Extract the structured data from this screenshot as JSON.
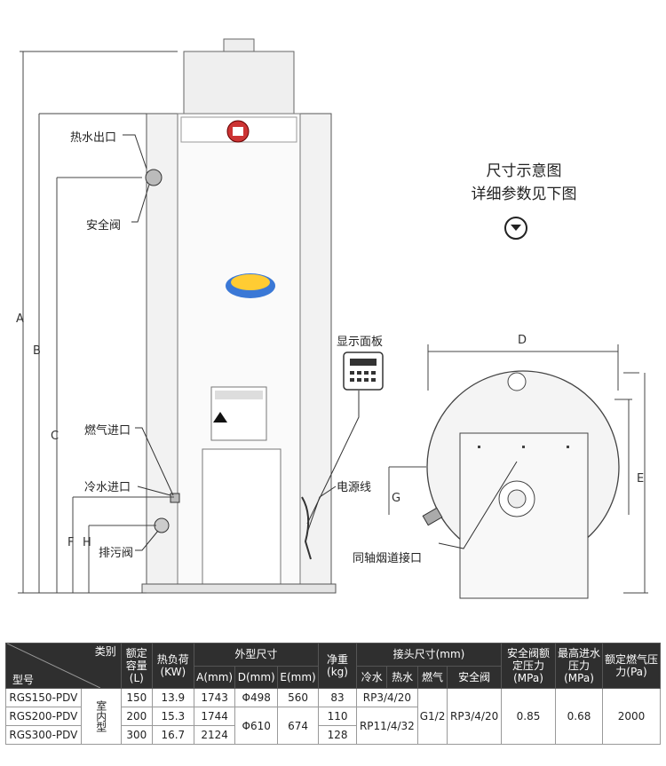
{
  "labels": {
    "hot_out": "热水出口",
    "safety_valve": "安全阀",
    "gas_in": "燃气进口",
    "cold_in": "冷水进口",
    "drain": "排污阀",
    "display_panel": "显示面板",
    "power_cord": "电源线",
    "flue": "同轴烟道接口"
  },
  "dims": {
    "A": "A",
    "B": "B",
    "C": "C",
    "D": "D",
    "E": "E",
    "F": "F",
    "G": "G",
    "H": "H"
  },
  "intro": {
    "line1": "尺寸示意图",
    "line2": "详细参数见下图"
  },
  "table": {
    "h_category": "类别",
    "h_model": "型号",
    "h_capacity": "额定容量(L)",
    "h_heat": "热负荷(KW)",
    "h_outer": "外型尺寸",
    "h_A": "A(mm)",
    "h_D": "D(mm)",
    "h_E": "E(mm)",
    "h_weight": "净重(kg)",
    "h_joint": "接头尺寸(mm)",
    "h_cold": "冷水",
    "h_hot": "热水",
    "h_gas": "燃气",
    "h_sv": "安全阀",
    "h_svp": "安全阀额定压力(MPa)",
    "h_maxp": "最高进水压力(MPa)",
    "h_gasp": "额定燃气压力(Pa)",
    "install": "室内型",
    "rows": [
      {
        "model": "RGS150-PDV",
        "cap": "150",
        "heat": "13.9",
        "A": "1743",
        "D": "Φ498",
        "E": "560",
        "w": "83"
      },
      {
        "model": "RGS200-PDV",
        "cap": "200",
        "heat": "15.3",
        "A": "1744",
        "D": "Φ610",
        "E": "674",
        "w": "110"
      },
      {
        "model": "RGS300-PDV",
        "cap": "300",
        "heat": "16.7",
        "A": "2124",
        "D": "Φ610",
        "E": "674",
        "w": "128"
      }
    ],
    "rp1": "RP3/4/20",
    "rp2": "RP11/4/32",
    "gas": "G1/2",
    "sv": "RP3/4/20",
    "svp": "0.85",
    "maxp": "0.68",
    "gasp": "2000"
  }
}
